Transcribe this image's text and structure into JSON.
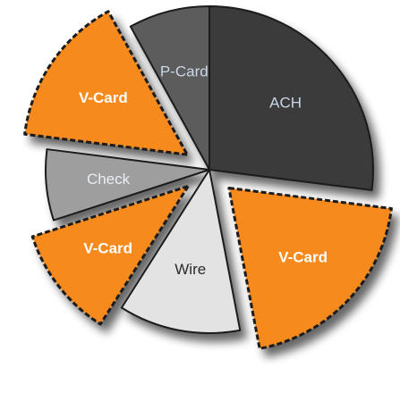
{
  "chart_data": {
    "type": "pie",
    "title": "",
    "legend": "none",
    "slices": [
      {
        "label": "ACH",
        "value": 27,
        "color": "#3a3a3a",
        "text_color": "#c8d6e6",
        "exploded": false,
        "dashed": false,
        "bold": false
      },
      {
        "label": "V-Card",
        "value": 20,
        "color": "#f68a1e",
        "text_color": "#ffffff",
        "exploded": true,
        "dashed": true,
        "bold": true
      },
      {
        "label": "Wire",
        "value": 12,
        "color": "#e3e3e3",
        "text_color": "#2a2a2a",
        "exploded": false,
        "dashed": false,
        "bold": false
      },
      {
        "label": "V-Card",
        "value": 11,
        "color": "#f68a1e",
        "text_color": "#ffffff",
        "exploded": true,
        "dashed": true,
        "bold": true
      },
      {
        "label": "Check",
        "value": 7,
        "color": "#9e9e9e",
        "text_color": "#e9eef5",
        "exploded": false,
        "dashed": false,
        "bold": false
      },
      {
        "label": "V-Card",
        "value": 15,
        "color": "#f68a1e",
        "text_color": "#ffffff",
        "exploded": true,
        "dashed": true,
        "bold": true
      },
      {
        "label": "P-Card",
        "value": 8,
        "color": "#5c5c5c",
        "text_color": "#c8d6e6",
        "exploded": false,
        "dashed": false,
        "bold": false
      }
    ]
  }
}
